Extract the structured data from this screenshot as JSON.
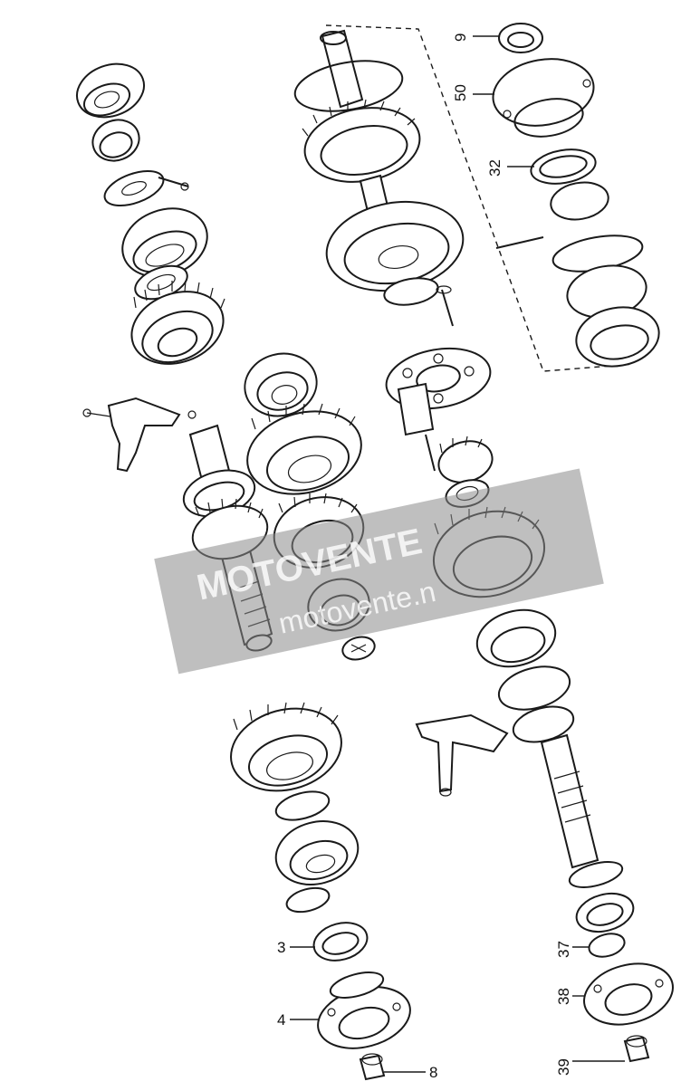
{
  "callouts": [
    {
      "id": "c9",
      "label": "9"
    },
    {
      "id": "c50",
      "label": "50"
    },
    {
      "id": "c32",
      "label": "32"
    },
    {
      "id": "c3",
      "label": "3"
    },
    {
      "id": "c4",
      "label": "4"
    },
    {
      "id": "c8",
      "label": "8"
    },
    {
      "id": "c37",
      "label": "37"
    },
    {
      "id": "c38",
      "label": "38"
    },
    {
      "id": "c39",
      "label": "39"
    }
  ],
  "watermark": {
    "brand": "MOTOVENTE",
    "domain": "motovente.n"
  },
  "colors": {
    "ink": "#1a1a1a",
    "watermark": "#8a8a8a",
    "background": "#ffffff"
  }
}
